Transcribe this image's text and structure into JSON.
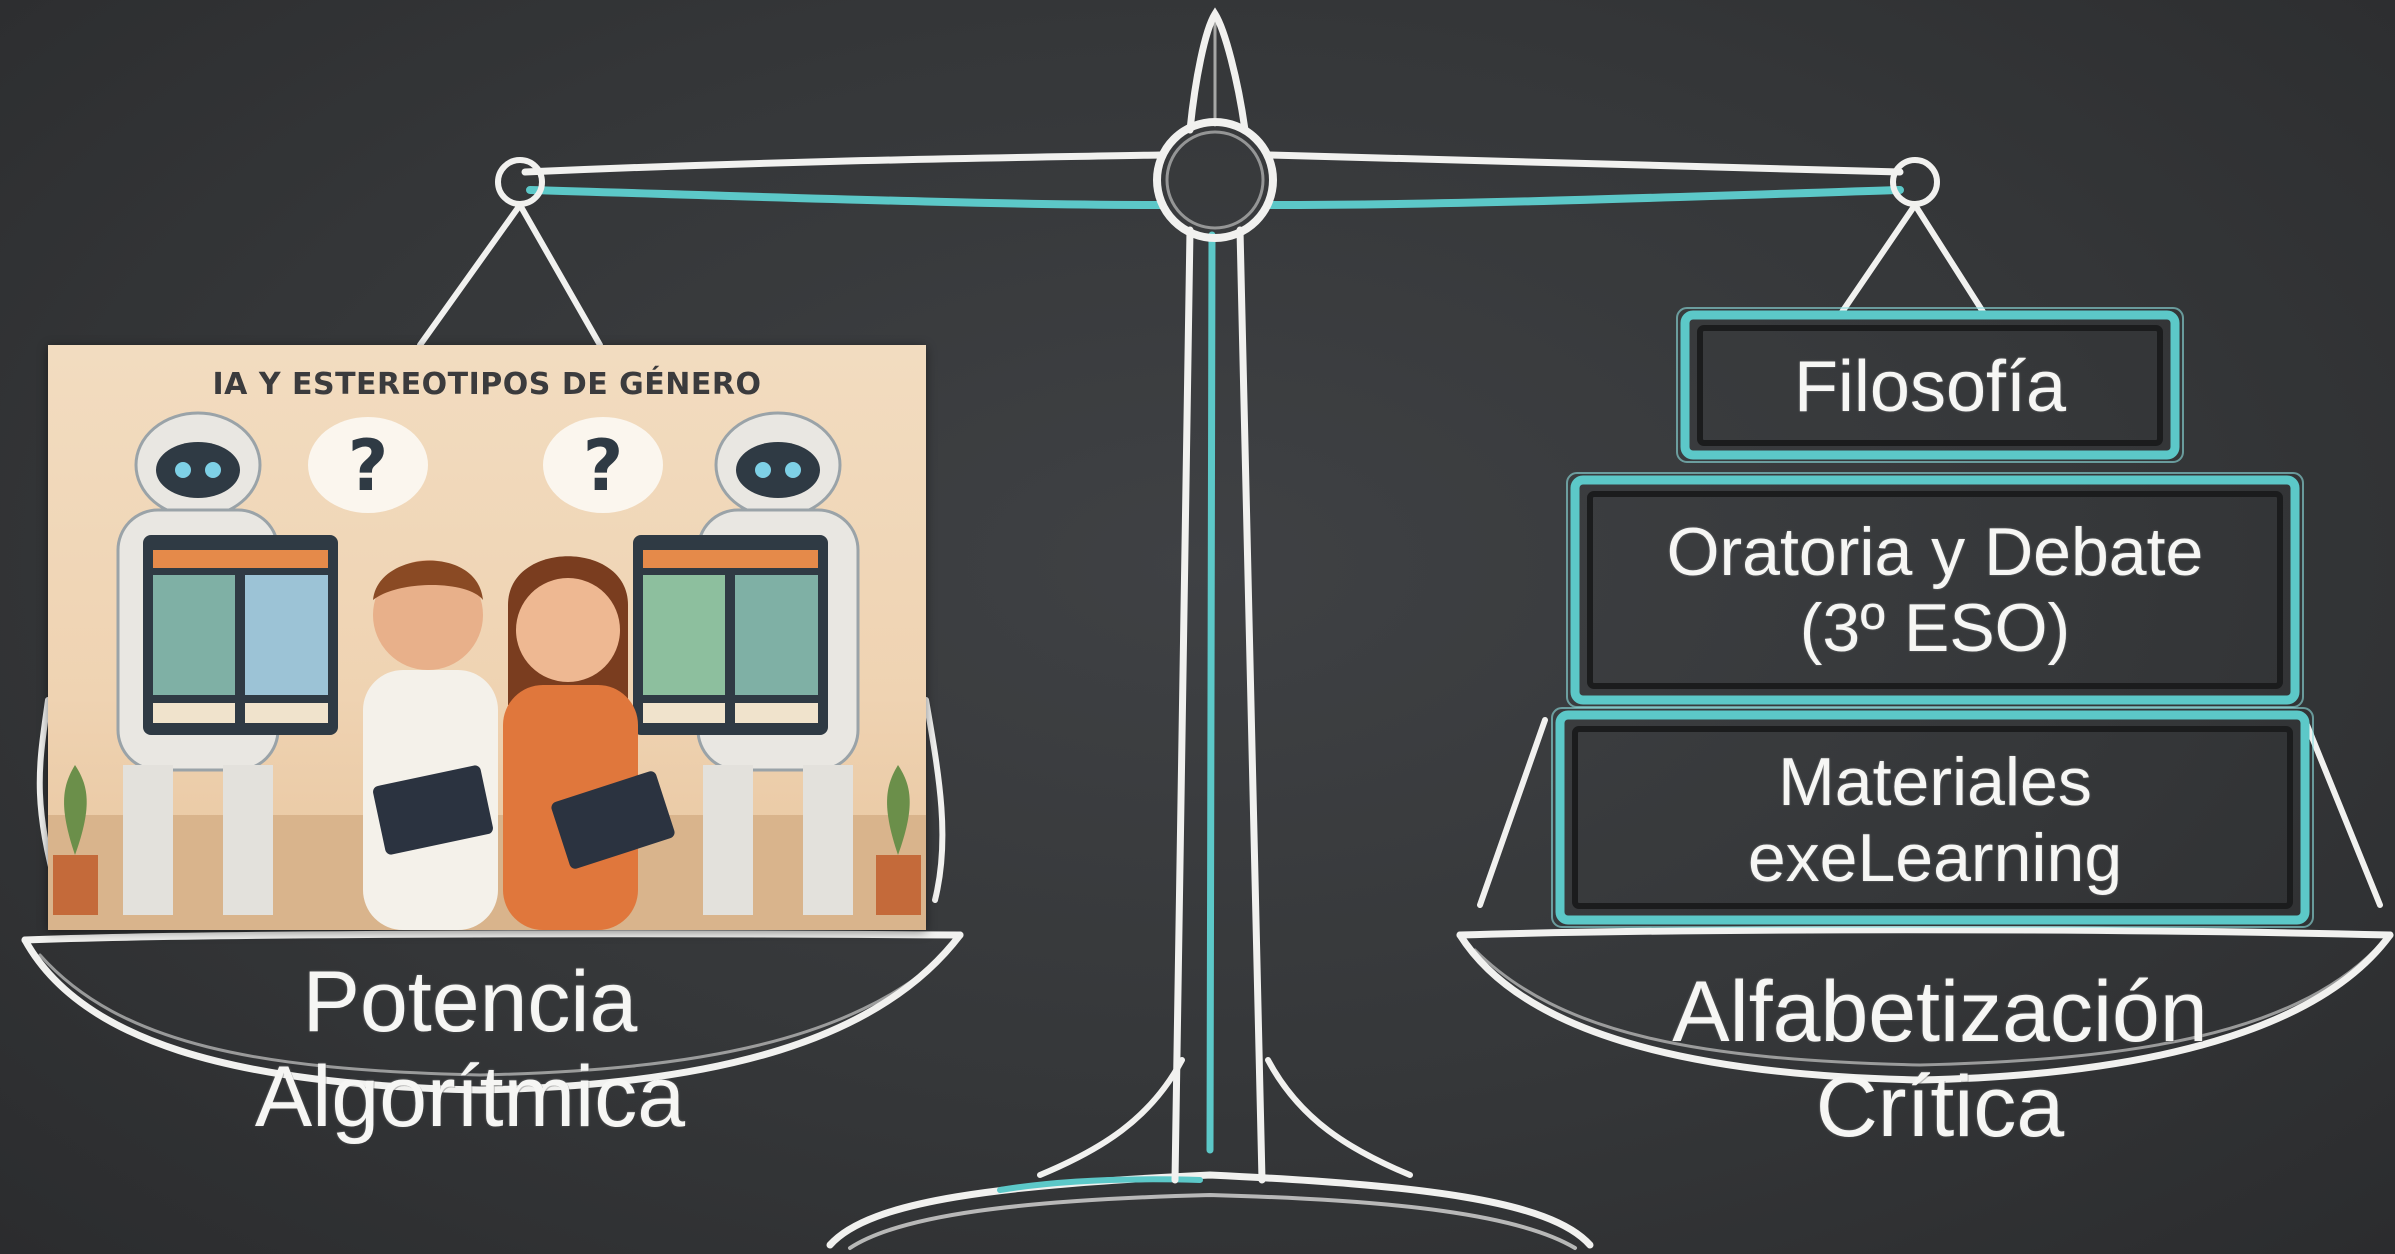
{
  "left_pan": {
    "illustration": {
      "title": "IA Y ESTEREOTIPOS DE GÉNERO"
    },
    "label_lines": [
      "Potencia",
      "Algorítmica"
    ]
  },
  "right_pan": {
    "boxes": [
      {
        "lines": [
          "Filosofía"
        ]
      },
      {
        "lines": [
          "Oratoria y Debate",
          "(3º ESO)"
        ]
      },
      {
        "lines": [
          "Materiales",
          "exeLearning"
        ]
      }
    ],
    "label_lines": [
      "Alfabetización",
      "Crítica"
    ]
  },
  "colors": {
    "chalk_white": "#f4f4f2",
    "chalk_teal": "#5cc8c8",
    "board": "#36383a"
  }
}
